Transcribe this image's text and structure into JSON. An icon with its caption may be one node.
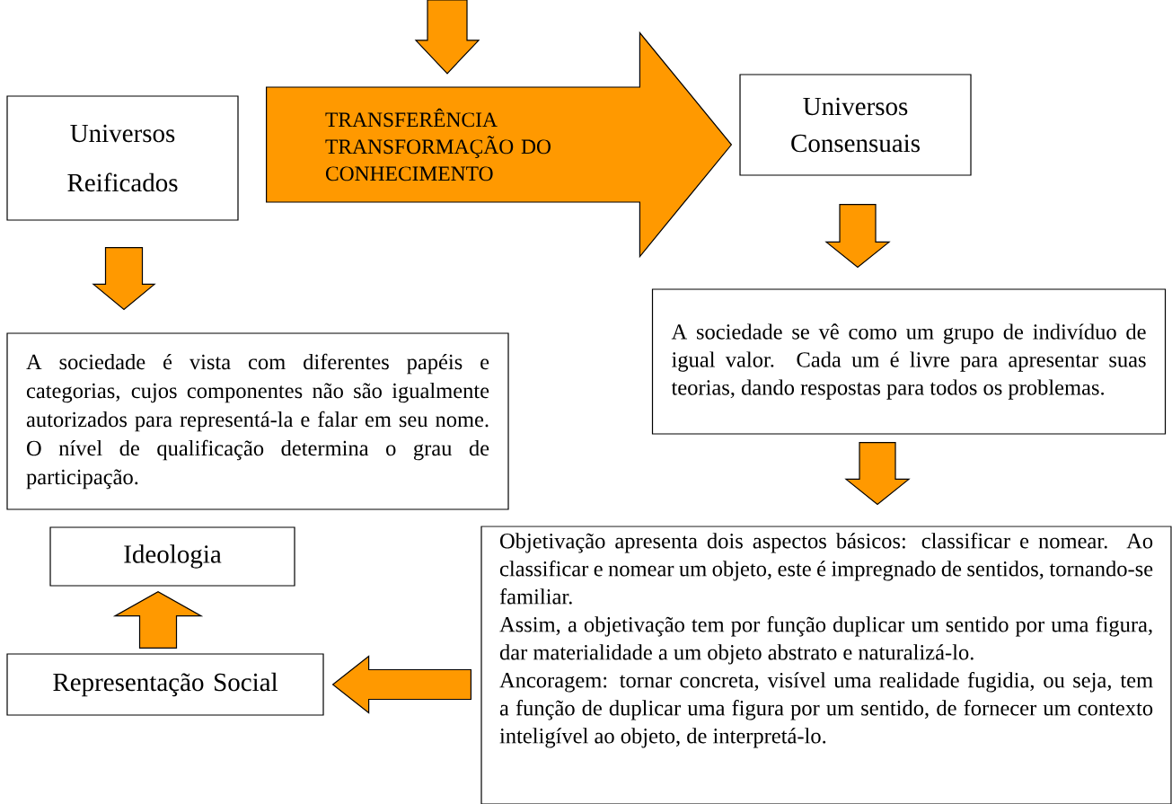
{
  "diagram": {
    "nodes": [
      {
        "text": [
          "Universos Reificados"
        ]
      },
      {
        "text": [
          "TRANSFERÊNCIA TRANSFORMAÇÃO DO CONHECIMENTO"
        ]
      },
      {
        "text": [
          "Universos Consensuais"
        ]
      },
      {
        "text": [
          "A sociedade é vista com diferentes papéis e categorias, cujos componentes não são igualmente autorizados para representá-la e falar em seu nome. O nível de qualificação determina o grau de participação."
        ]
      },
      {
        "text": [
          "A sociedade se vê como um grupo de indivíduo de igual valor. Cada um é livre para apresentar suas teorias, dando respostas para todos os problemas."
        ]
      },
      {
        "text": [
          "Objetivação apresenta dois aspectos básicos: classificar e nomear. Ao classificar e nomear um objeto, este é impregnado de sentidos, tornando-se familiar.",
          "Assim, a objetivação tem por função duplicar um sentido por uma figura, dar materialidade a um objeto abstrato e naturalizá-lo.",
          "Ancoragem: tornar concreta, visível uma realidade fugidia, ou seja, tem a função de duplicar uma figura por um sentido, de fornecer um contexto inteligível ao objeto, de interpretá-lo."
        ]
      },
      {
        "text": [
          "Ideologia"
        ]
      },
      {
        "text": [
          "Representação Social"
        ]
      }
    ],
    "edges": [
      {
        "from": null,
        "to": 1,
        "arrow": "to"
      },
      {
        "from": 0,
        "to": 3,
        "arrow": "to"
      },
      {
        "from": 0,
        "to": 2,
        "arrow": "to"
      },
      {
        "from": 2,
        "to": 4,
        "arrow": "to"
      },
      {
        "from": 4,
        "to": 5,
        "arrow": "to"
      },
      {
        "from": 5,
        "to": 7,
        "arrow": "to"
      },
      {
        "from": 7,
        "to": 6,
        "arrow": "to"
      }
    ]
  }
}
